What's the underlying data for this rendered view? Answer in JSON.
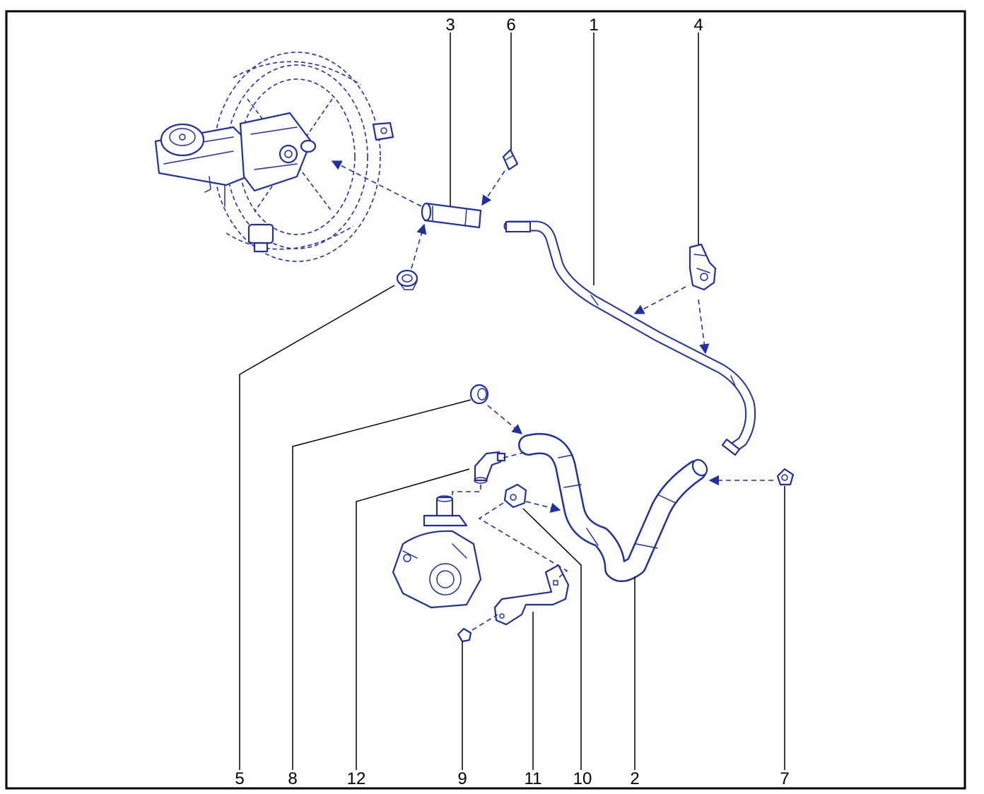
{
  "callouts": {
    "c1": "1",
    "c2": "2",
    "c3": "3",
    "c4": "4",
    "c5": "5",
    "c6": "6",
    "c7": "7",
    "c8": "8",
    "c9": "9",
    "c10": "10",
    "c11": "11",
    "c12": "12"
  },
  "colors": {
    "line_art": "#1e2fa8",
    "leader": "#000000",
    "frame": "#000000"
  }
}
